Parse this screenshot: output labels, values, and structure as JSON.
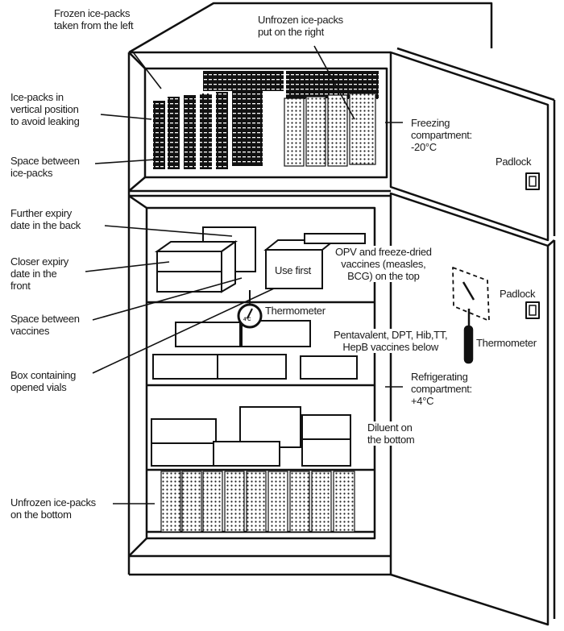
{
  "title": "Vaccine storage in a refrigerator",
  "freezer": {
    "labels": {
      "frozen_left": "Frozen ice-packs\ntaken from the left",
      "unfrozen_right": "Unfrozen ice-packs\nput on the right",
      "vertical": "Ice-packs in\nvertical position\nto avoid leaking",
      "space_icepacks": "Space between\nice-packs",
      "compartment": "Freezing\ncompartment:\n-20°C",
      "padlock": "Padlock"
    }
  },
  "fridge": {
    "labels": {
      "further_expiry": "Further expiry\ndate in the back",
      "closer_expiry": "Closer expiry\ndate in the\nfront",
      "space_vaccines": "Space between\nvaccines",
      "opened_vials": "Box containing\nopened vials",
      "use_first": "Use first",
      "opv": "OPV and freeze-dried\nvaccines (measles,\nBCG) on the top",
      "thermometer_inner": "Thermometer",
      "dial_reading": "4°C",
      "pentavalent": "Pentavalent, DPT, Hib,TT,\nHepB vaccines below",
      "padlock": "Padlock",
      "thermometer_door": "Thermometer",
      "compartment": "Refrigerating\ncompartment:\n+4°C",
      "diluent": "Diluent on\nthe bottom",
      "unfrozen_bottom": "Unfrozen ice-packs\non the bottom"
    }
  }
}
